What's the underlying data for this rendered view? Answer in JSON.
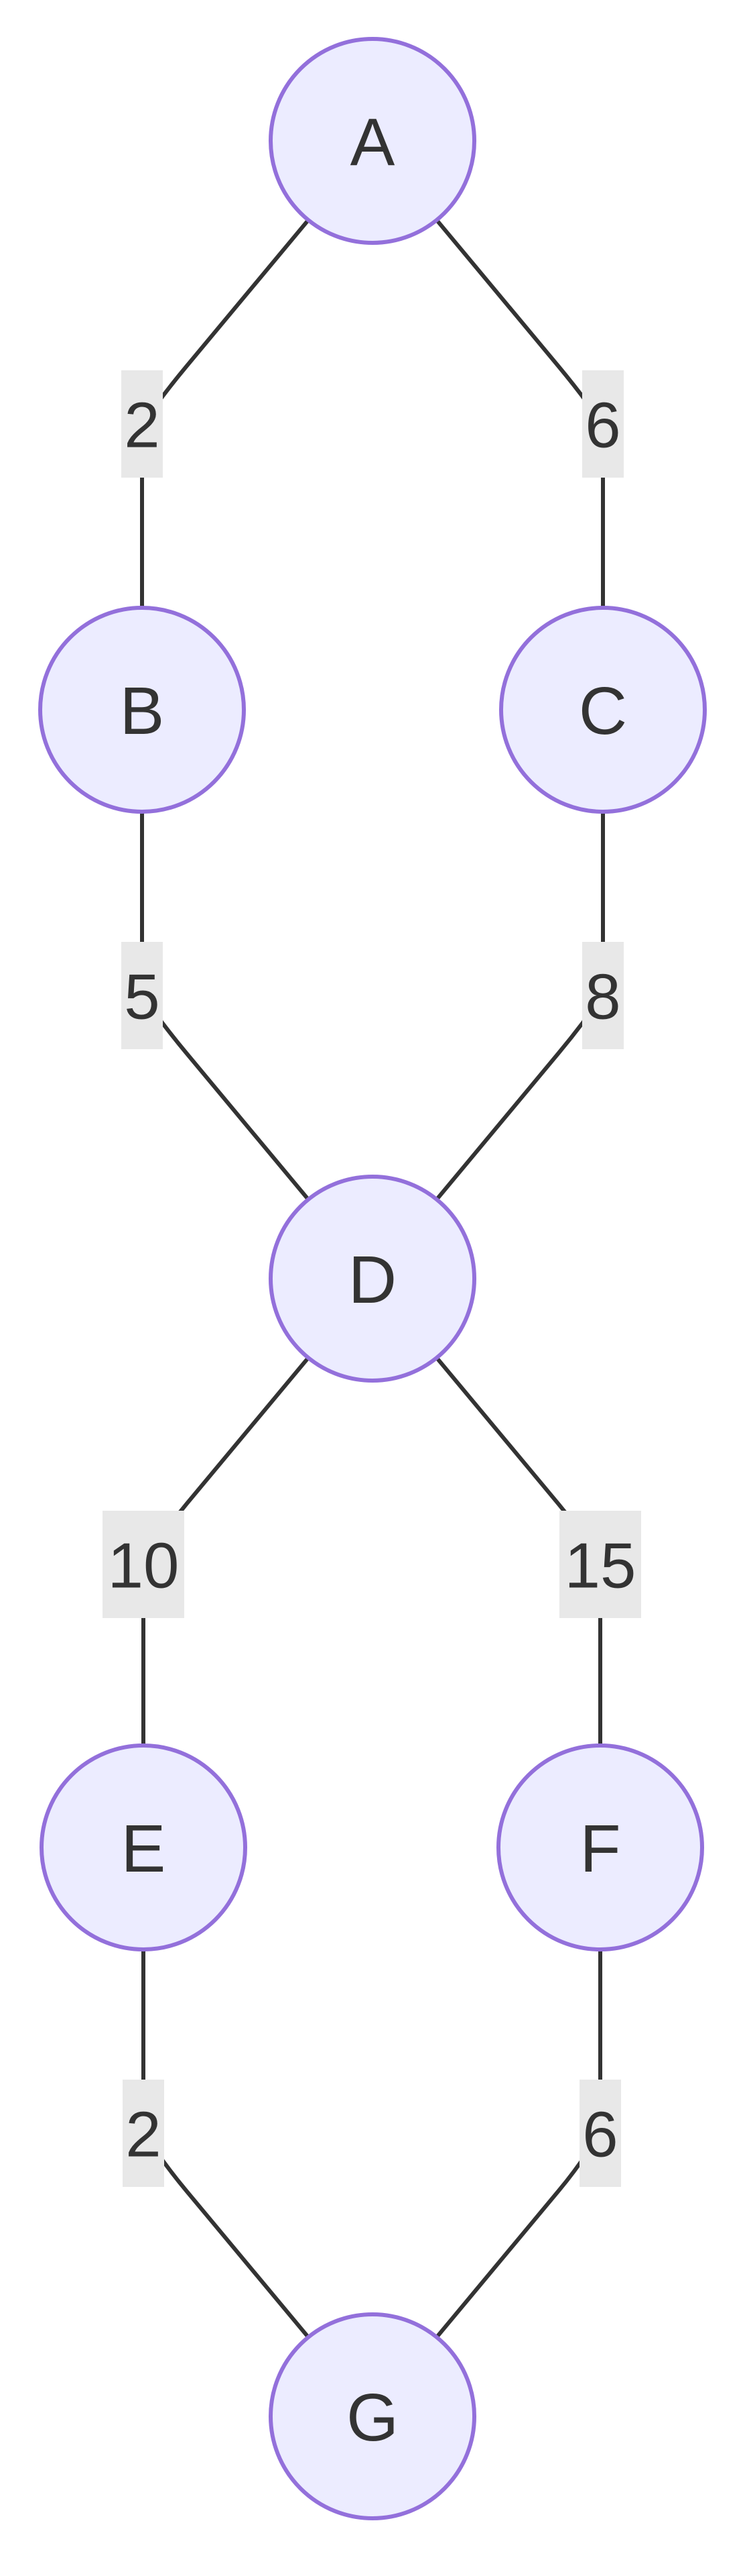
{
  "colors": {
    "node_fill": "#ececff",
    "node_stroke": "#9370db",
    "edge_stroke": "#333333",
    "label_bg": "#e8e8e8",
    "text": "#333333"
  },
  "nodes": [
    {
      "id": "A",
      "label": "A"
    },
    {
      "id": "B",
      "label": "B"
    },
    {
      "id": "C",
      "label": "C"
    },
    {
      "id": "D",
      "label": "D"
    },
    {
      "id": "E",
      "label": "E"
    },
    {
      "id": "F",
      "label": "F"
    },
    {
      "id": "G",
      "label": "G"
    }
  ],
  "edges": [
    {
      "from": "A",
      "to": "B",
      "weight": "2"
    },
    {
      "from": "A",
      "to": "C",
      "weight": "6"
    },
    {
      "from": "B",
      "to": "D",
      "weight": "5"
    },
    {
      "from": "C",
      "to": "D",
      "weight": "8"
    },
    {
      "from": "D",
      "to": "E",
      "weight": "10"
    },
    {
      "from": "D",
      "to": "F",
      "weight": "15"
    },
    {
      "from": "E",
      "to": "G",
      "weight": "2"
    },
    {
      "from": "F",
      "to": "G",
      "weight": "6"
    }
  ]
}
